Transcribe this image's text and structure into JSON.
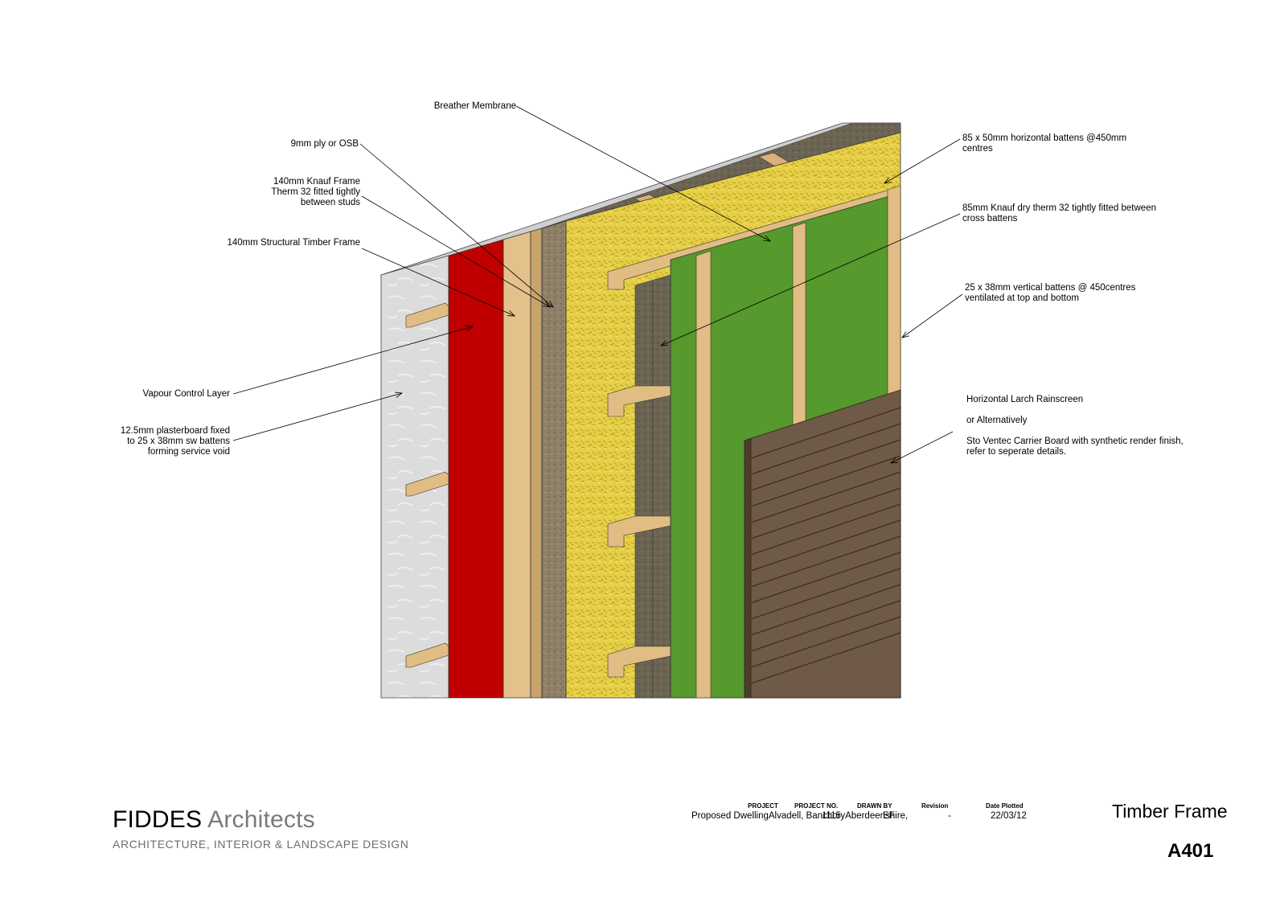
{
  "labels": {
    "breather_membrane": [
      "Breather Membrane"
    ],
    "ply_osb": [
      "9mm ply or OSB"
    ],
    "knauf_frame": [
      "140mm Knauf Frame",
      "Therm 32 fitted tightly",
      "between studs"
    ],
    "timber_frame": [
      "140mm Structural Timber Frame"
    ],
    "vapour_control": [
      "Vapour Control Layer"
    ],
    "plasterboard": [
      "12.5mm plasterboard fixed",
      "to 25 x 38mm sw battens",
      "forming service void"
    ],
    "horizontal_battens": [
      "85 x 50mm horizontal battens @450mm",
      "centres"
    ],
    "knauf_dry": [
      "85mm Knauf dry therm 32 tightly fitted between",
      "cross battens"
    ],
    "vertical_battens": [
      "25 x 38mm vertical battens @ 450centres",
      "ventilated at top and bottom"
    ],
    "rainscreen": [
      "Horizontal Larch Rainscreen"
    ],
    "alternatively": [
      "or Alternatively"
    ],
    "sto_ventec": [
      "Sto Ventec Carrier Board with synthetic render finish,",
      "refer to seperate details."
    ]
  },
  "title_block": {
    "firm_name_bold": "FIDDES",
    "firm_name_light": "Architects",
    "tagline": "ARCHITECTURE, INTERIOR & LANDSCAPE DESIGN",
    "project_heading": "PROJECT",
    "project_lines": [
      "Proposed Dwelling",
      "Alvadell, Banchory",
      "Aberdeenshire,"
    ],
    "project_no_heading": "PROJECT NO.",
    "project_no": "1115",
    "drawn_by_heading": "DRAWN BY",
    "drawn_by": "EF",
    "revision_heading": "Revision",
    "revision": "-",
    "date_heading": "Date Plotted",
    "date": "22/03/12",
    "sheet_title": "Timber Frame",
    "sheet_number": "A401"
  },
  "colors": {
    "plasterboard": "#d9d9d9",
    "vapour_control": "#c00000",
    "timber": "#e0bb83",
    "mineral_wool": "#e8d34a",
    "ply": "#8a7d66",
    "breather_membrane": "#55992a",
    "larch": "#6e5a46"
  }
}
